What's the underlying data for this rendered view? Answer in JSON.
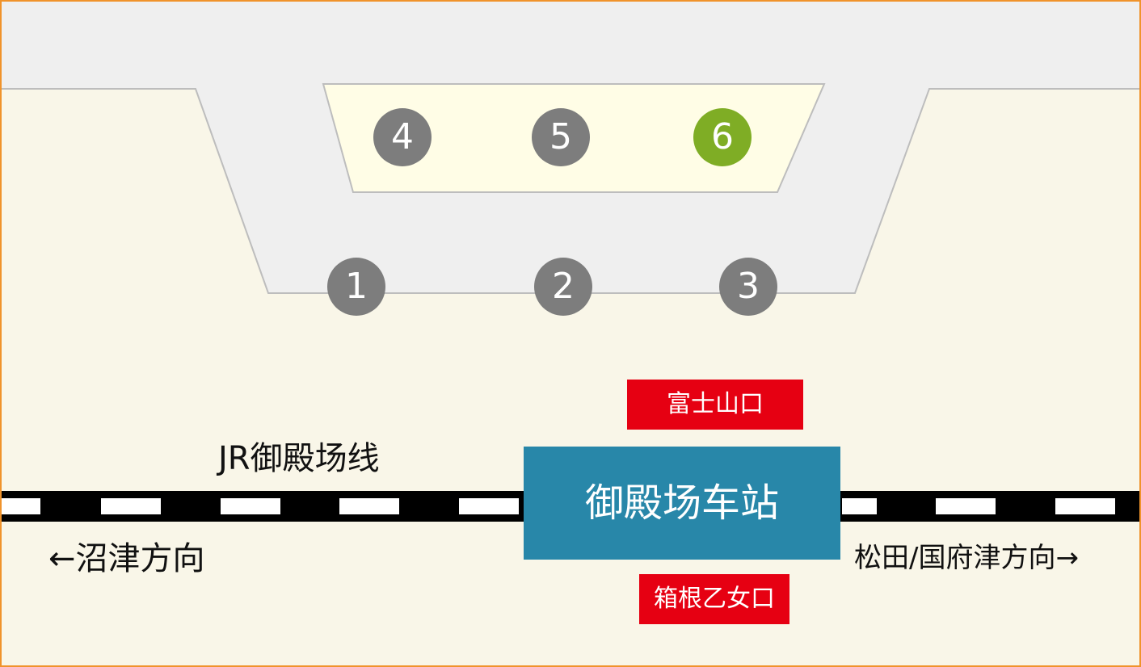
{
  "map": {
    "colors": {
      "background": "#f9f6e8",
      "plaza": "#efefef",
      "platform": "#fffde6",
      "stop": "#7d7d7d",
      "stop_active": "#7fad25",
      "station": "#2887a9",
      "exit": "#e60012",
      "border": "#f0932b"
    },
    "stops": [
      {
        "label": "4",
        "active": false
      },
      {
        "label": "5",
        "active": false
      },
      {
        "label": "6",
        "active": true
      },
      {
        "label": "1",
        "active": false
      },
      {
        "label": "2",
        "active": false
      },
      {
        "label": "3",
        "active": false
      }
    ],
    "exits": {
      "north": "富士山口",
      "south": "箱根乙女口"
    },
    "station": "御殿场车站",
    "line_name": "JR御殿场线",
    "direction_left": "←沼津方向",
    "direction_right": "松田/国府津方向→"
  }
}
